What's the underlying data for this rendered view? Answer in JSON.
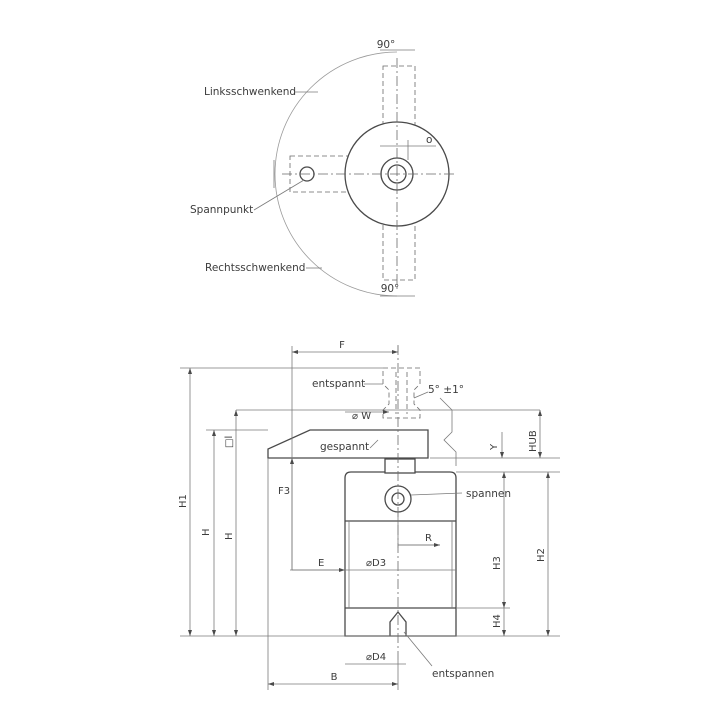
{
  "top_view": {
    "angle_top": "90°",
    "angle_bottom": "90°",
    "left_swing": "Linksschwenkend",
    "clamp_point": "Spannpunkt",
    "right_swing": "Rechtsschwenkend",
    "offset": "o"
  },
  "side_view": {
    "released": "entspannt",
    "angle_tol": "5° ±1°",
    "dia_w": "⌀ W",
    "square": "□l",
    "clamped": "gespannt",
    "clamping": "spannen",
    "releasing": "entspannen",
    "dims": {
      "F": "F",
      "H1": "H1",
      "H": "H",
      "H_inner": "H",
      "F3": "F3",
      "E": "E",
      "D3": "⌀D3",
      "R": "R",
      "H3": "H3",
      "H4": "H4",
      "H2": "H2",
      "HUB": "HUB",
      "Y": "Y",
      "D4": "⌀D4",
      "B": "B"
    }
  }
}
